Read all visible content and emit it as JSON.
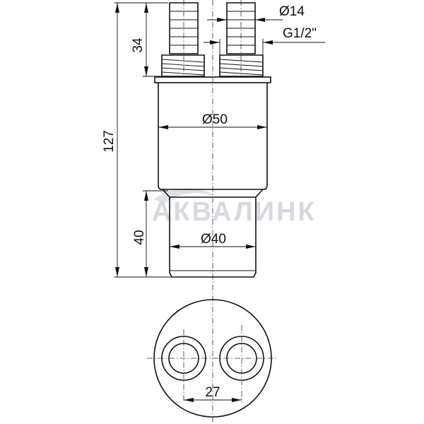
{
  "drawing": {
    "dimensions": {
      "overall_height": "127",
      "top_height": "34",
      "bottom_height": "40",
      "hose_diameter": "Ø14",
      "thread": "G1/2\"",
      "body_diameter": "Ø50",
      "outlet_diameter": "Ø40",
      "spacing": "27"
    },
    "watermark": "АКВАЛИНК"
  }
}
